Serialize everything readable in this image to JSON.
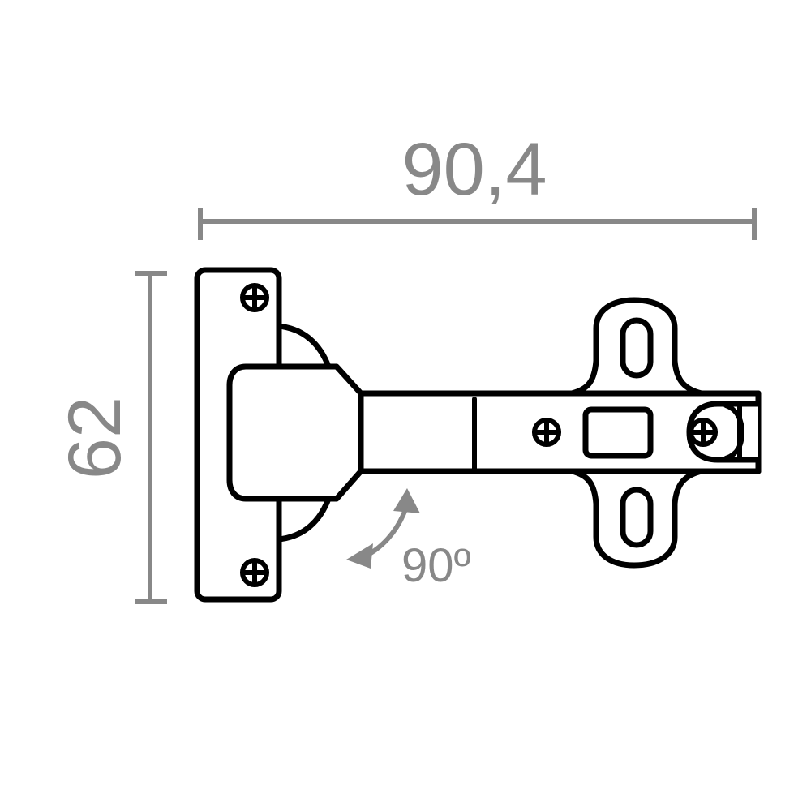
{
  "diagram": {
    "subject": "Concealed cabinet hinge, 90° opening",
    "dimensions": {
      "width": {
        "label": "90,4"
      },
      "height": {
        "label": "62"
      },
      "angle": {
        "label": "90º"
      }
    },
    "colors": {
      "outline": "#000000",
      "dimension": "#888888",
      "background": "#ffffff"
    },
    "parts": [
      "door-plate",
      "hinge-cup",
      "hinge-arm",
      "mounting-plate",
      "screws"
    ]
  }
}
